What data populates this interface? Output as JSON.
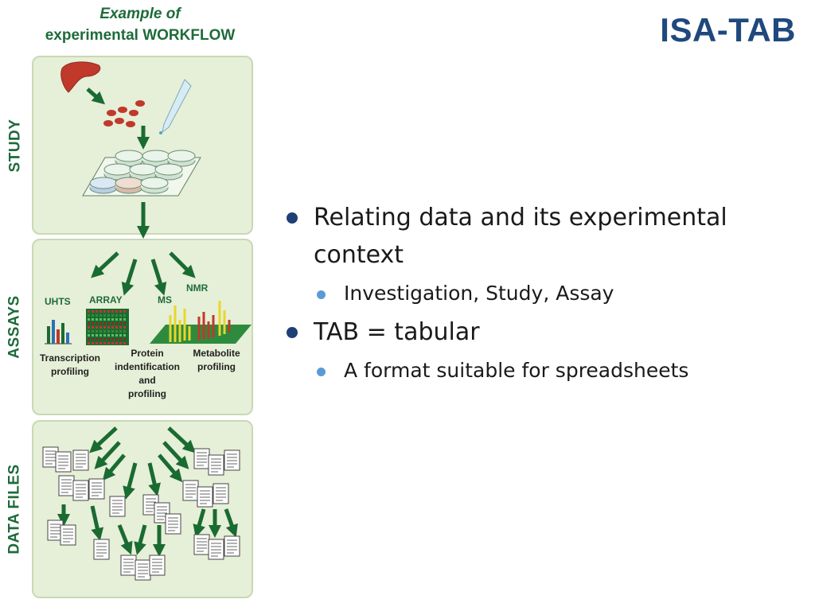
{
  "slide": {
    "title": "ISA-TAB"
  },
  "figure": {
    "caption_line1": "Example of",
    "caption_line2": "experimental WORKFLOW",
    "sections": {
      "study": "STUDY",
      "assays": "ASSAYS",
      "data_files": "DATA FILES"
    },
    "assay_labels": {
      "uhts": "UHTS",
      "array": "ARRAY",
      "ms": "MS",
      "nmr": "NMR"
    },
    "assay_types": {
      "transcription_1": "Transcription",
      "transcription_2": "profiling",
      "protein_1": "Protein",
      "protein_2": "indentification",
      "protein_3": "and",
      "protein_4": "profiling",
      "metabolite_1": "Metabolite",
      "metabolite_2": "profiling"
    },
    "colors": {
      "panel_fill": "#e6efd7",
      "panel_border": "#c8d9b4",
      "arrow_green": "#1a6b32",
      "label_green": "#1e6b3a"
    }
  },
  "bullets": [
    {
      "text_line1": "Relating data and its experimental",
      "text_line2": "context",
      "sub": "Investigation, Study, Assay"
    },
    {
      "text_line1": "TAB = tabular",
      "sub": "A format suitable for spreadsheets"
    }
  ],
  "colors": {
    "title": "#1f497d",
    "bullet_primary": "#1f3f77",
    "bullet_secondary": "#5b9bd5"
  }
}
